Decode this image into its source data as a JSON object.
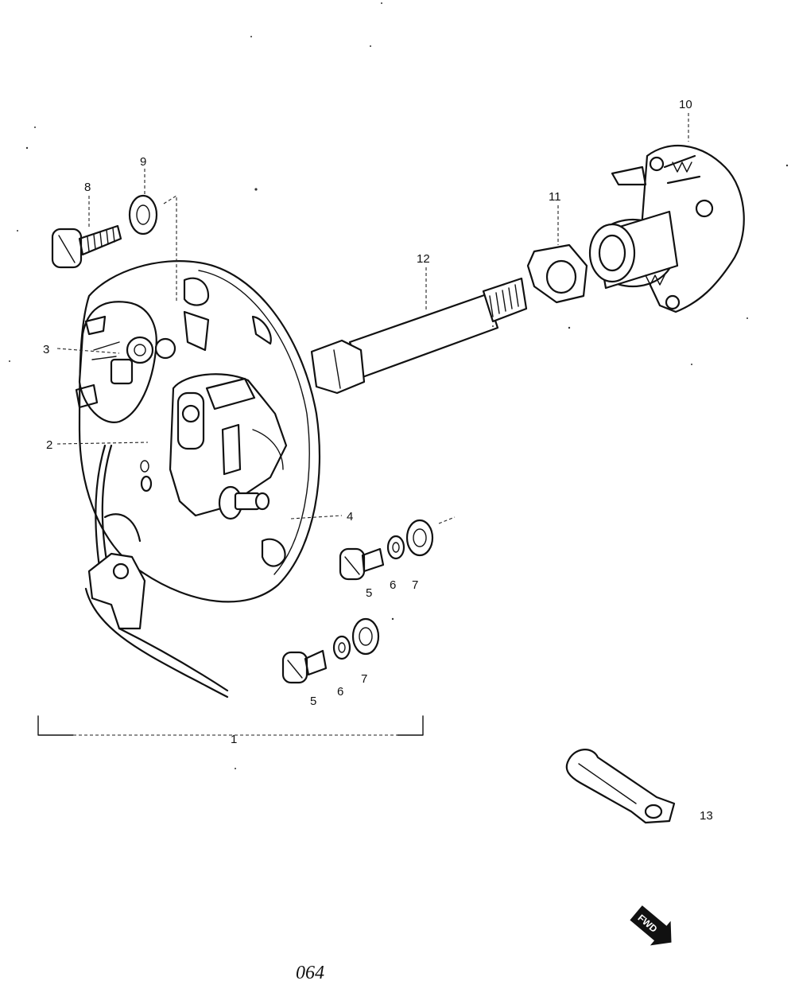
{
  "callouts": {
    "c1": "1",
    "c2": "2",
    "c3": "3",
    "c4": "4",
    "c5a": "5",
    "c6a": "6",
    "c7a": "7",
    "c5b": "5",
    "c6b": "6",
    "c7b": "7",
    "c8": "8",
    "c9": "9",
    "c10": "10",
    "c11": "11",
    "c12": "12",
    "c13": "13"
  },
  "direction_badge": "FWD",
  "page_code": "064"
}
